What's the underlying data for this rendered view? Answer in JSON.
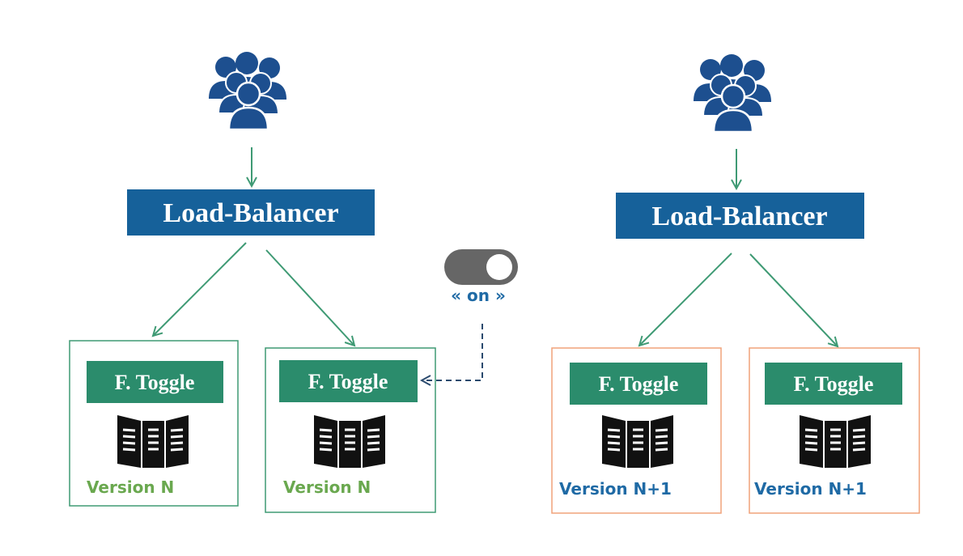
{
  "colors": {
    "load_balancer_fill": "#16619a",
    "users_icon": "#1d4f8f",
    "toggle_fill": "#2b8c6c",
    "arrow": "#3f9a74",
    "green_frame": "#3f9a74",
    "orange_frame": "#f0a27a",
    "version_green": "#6aa84f",
    "version_blue": "#1f6aa5",
    "server_icon": "#111111",
    "switch_track": "#666666",
    "switch_knob": "#ffffff",
    "dashed_connector": "#2a4a6e"
  },
  "left": {
    "users_icon": "users-group-icon",
    "load_balancer": "Load-Balancer",
    "nodes": [
      {
        "toggle": "F. Toggle",
        "server_icon": "server-rack-icon",
        "version": "Version N"
      },
      {
        "toggle": "F. Toggle",
        "server_icon": "server-rack-icon",
        "version": "Version N"
      }
    ]
  },
  "right": {
    "users_icon": "users-group-icon",
    "load_balancer": "Load-Balancer",
    "nodes": [
      {
        "toggle": "F. Toggle",
        "server_icon": "server-rack-icon",
        "version": "Version N+1"
      },
      {
        "toggle": "F. Toggle",
        "server_icon": "server-rack-icon",
        "version": "Version N+1"
      }
    ]
  },
  "switch": {
    "icon": "toggle-switch-icon",
    "label": "« on »",
    "state": "on"
  }
}
